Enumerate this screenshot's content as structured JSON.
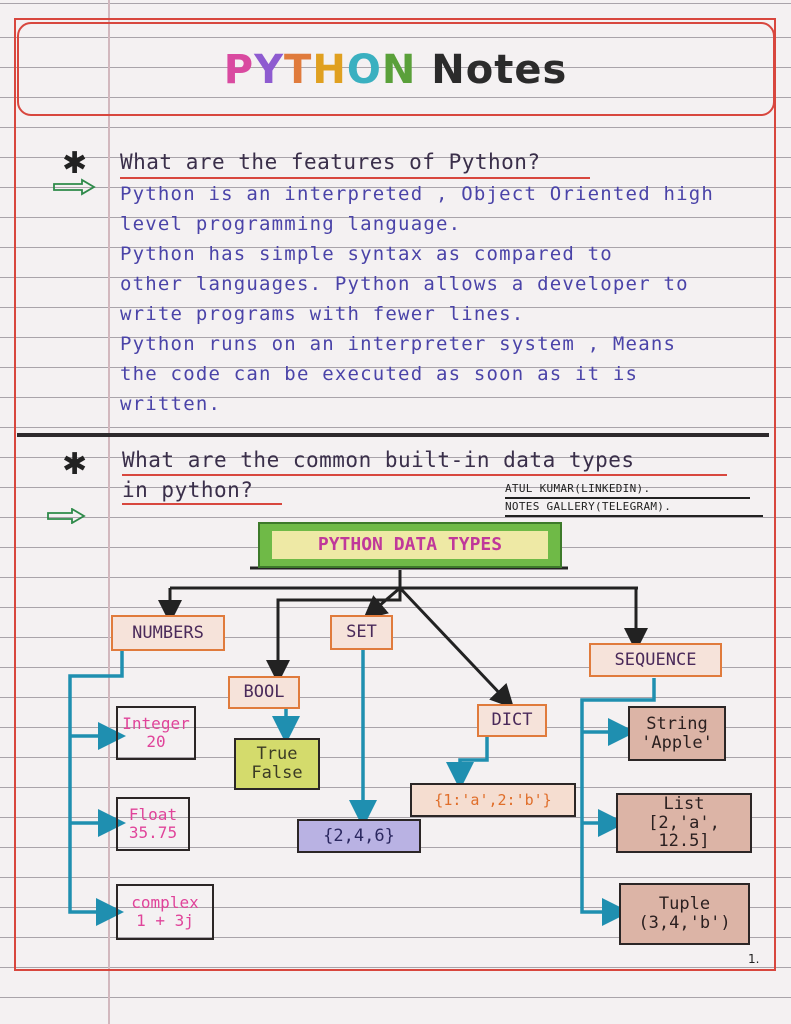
{
  "title": {
    "letters": [
      {
        "ch": "P",
        "color": "#d94aa0"
      },
      {
        "ch": "Y",
        "color": "#8e5bd0"
      },
      {
        "ch": "T",
        "color": "#e07b3c"
      },
      {
        "ch": "H",
        "color": "#e0a020"
      },
      {
        "ch": "O",
        "color": "#3ab0c0"
      },
      {
        "ch": "N",
        "color": "#5aa03a"
      }
    ],
    "rest": "Notes",
    "rest_color": "#2b2b2b"
  },
  "section1": {
    "question": "What are the features of Python?",
    "lines": [
      "Python is an interpreted , Object Oriented high",
      "level programming language.",
      "Python has simple syntax as compared to",
      "other languages. Python allows a developer to",
      "write programs with fewer lines.",
      "Python runs on an interpreter system , Means",
      "the code can be executed as soon as it is",
      "written."
    ]
  },
  "section2": {
    "question_line1": "What are the common built-in data types",
    "question_line2": "in python?",
    "credit_line1": "ATUL KUMAR(LINKEDIN).",
    "credit_line2": "NOTES GALLERY(TELEGRAM)."
  },
  "diagram": {
    "root": "PYTHON DATA TYPES",
    "numbers": "NUMBERS",
    "bool": "BOOL",
    "set": "SET",
    "dict": "DICT",
    "sequence": "SEQUENCE",
    "integer": {
      "label": "Integer",
      "value": "20"
    },
    "float": {
      "label": "Float",
      "value": "35.75"
    },
    "complex": {
      "label": "complex",
      "value": "1 + 3j"
    },
    "bool_values": {
      "line1": "True",
      "line2": "False"
    },
    "set_value": "{2,4,6}",
    "dict_value": "{1:'a',2:'b'}",
    "string": {
      "label": "String",
      "value": "'Apple'"
    },
    "list": {
      "label": "List",
      "value": "[2,'a', 12.5]"
    },
    "tuple": {
      "label": "Tuple",
      "value": "(3,4,'b')"
    }
  },
  "page_number": "1.",
  "colors": {
    "border_red": "#d8473e",
    "teal_arrow": "#1f8fb0",
    "body_ink": "#4a43a8"
  }
}
